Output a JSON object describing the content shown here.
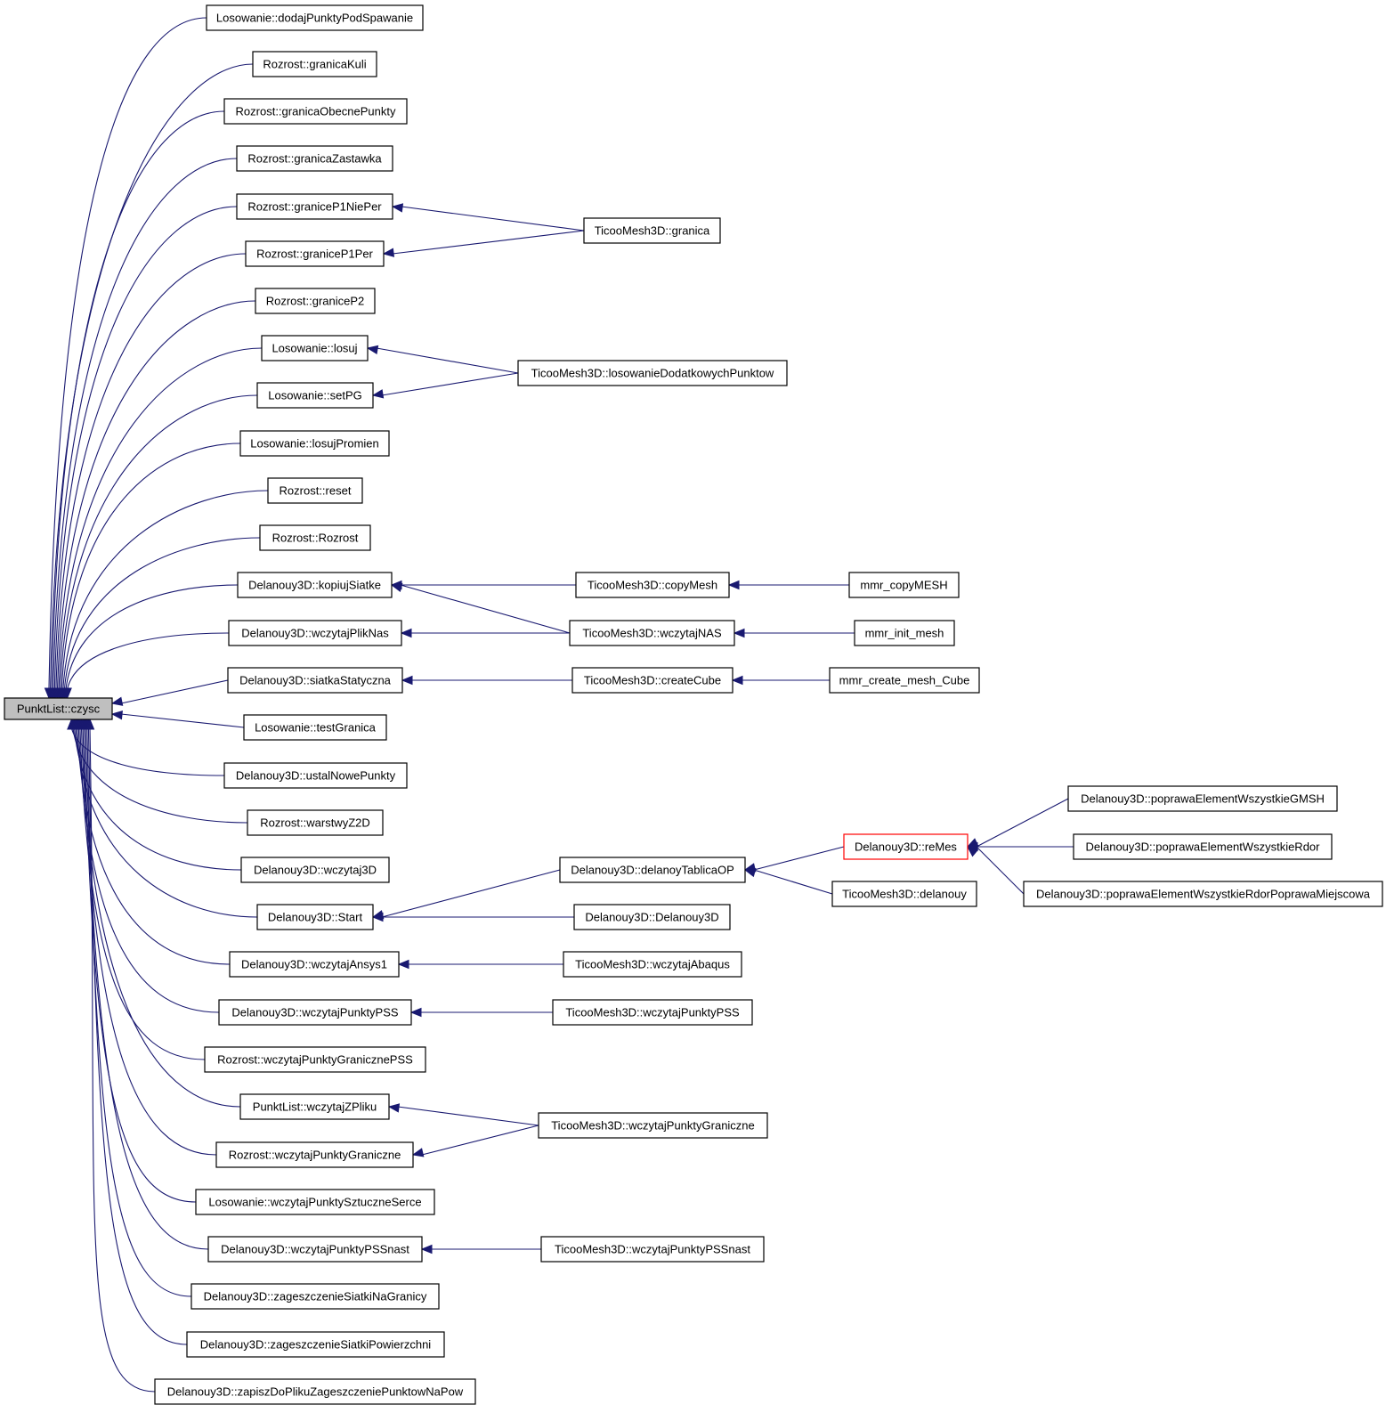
{
  "colors": {
    "edge": "#191970",
    "root_fill": "#bfbfbf",
    "node_border": "#000000",
    "truncated_border": "#ff0000"
  },
  "root": {
    "id": "root",
    "label": "PunktList::czysc"
  },
  "level1": [
    {
      "id": "n1",
      "label": "Losowanie::dodajPunktyPodSpawanie"
    },
    {
      "id": "n2",
      "label": "Rozrost::granicaKuli"
    },
    {
      "id": "n3",
      "label": "Rozrost::granicaObecnePunkty"
    },
    {
      "id": "n4",
      "label": "Rozrost::granicaZastawka"
    },
    {
      "id": "n5",
      "label": "Rozrost::graniceP1NiePer"
    },
    {
      "id": "n6",
      "label": "Rozrost::graniceP1Per"
    },
    {
      "id": "n7",
      "label": "Rozrost::graniceP2"
    },
    {
      "id": "n8",
      "label": "Losowanie::losuj"
    },
    {
      "id": "n9",
      "label": "Losowanie::setPG"
    },
    {
      "id": "n10",
      "label": "Losowanie::losujPromien"
    },
    {
      "id": "n11",
      "label": "Rozrost::reset"
    },
    {
      "id": "n12",
      "label": "Rozrost::Rozrost"
    },
    {
      "id": "n13",
      "label": "Delanouy3D::kopiujSiatke"
    },
    {
      "id": "n14",
      "label": "Delanouy3D::wczytajPlikNas"
    },
    {
      "id": "n15",
      "label": "Delanouy3D::siatkaStatyczna"
    },
    {
      "id": "n16",
      "label": "Losowanie::testGranica"
    },
    {
      "id": "n17",
      "label": "Delanouy3D::ustalNowePunkty"
    },
    {
      "id": "n18",
      "label": "Rozrost::warstwyZ2D"
    },
    {
      "id": "n19",
      "label": "Delanouy3D::wczytaj3D"
    },
    {
      "id": "n20",
      "label": "Delanouy3D::Start"
    },
    {
      "id": "n21",
      "label": "Delanouy3D::wczytajAnsys1"
    },
    {
      "id": "n22",
      "label": "Delanouy3D::wczytajPunktyPSS"
    },
    {
      "id": "n23",
      "label": "Rozrost::wczytajPunktyGranicznePSS"
    },
    {
      "id": "n24",
      "label": "PunktList::wczytajZPliku"
    },
    {
      "id": "n25",
      "label": "Rozrost::wczytajPunktyGraniczne"
    },
    {
      "id": "n26",
      "label": "Losowanie::wczytajPunktySztuczneSerce"
    },
    {
      "id": "n27",
      "label": "Delanouy3D::wczytajPunktyPSSnast"
    },
    {
      "id": "n28",
      "label": "Delanouy3D::zageszczenieSiatkiNaGranicy"
    },
    {
      "id": "n29",
      "label": "Delanouy3D::zageszczenieSiatkiPowierzchni"
    },
    {
      "id": "n30",
      "label": "Delanouy3D::zapiszDoPlikuZageszczeniePunktowNaPow"
    }
  ],
  "level2": [
    {
      "id": "m1",
      "label": "TicooMesh3D::granica",
      "calls": [
        "n5",
        "n6"
      ]
    },
    {
      "id": "m2",
      "label": "TicooMesh3D::losowanieDodatkowychPunktow",
      "calls": [
        "n8",
        "n9"
      ]
    },
    {
      "id": "m3",
      "label": "TicooMesh3D::copyMesh",
      "calls": [
        "n13"
      ]
    },
    {
      "id": "m4",
      "label": "TicooMesh3D::wczytajNAS",
      "calls": [
        "n13",
        "n14"
      ]
    },
    {
      "id": "m5",
      "label": "TicooMesh3D::createCube",
      "calls": [
        "n15"
      ]
    },
    {
      "id": "m6",
      "label": "Delanouy3D::delanoyTablicaOP",
      "calls": [
        "n20"
      ]
    },
    {
      "id": "m7",
      "label": "Delanouy3D::Delanouy3D",
      "calls": [
        "n20"
      ]
    },
    {
      "id": "m8",
      "label": "TicooMesh3D::wczytajAbaqus",
      "calls": [
        "n21"
      ]
    },
    {
      "id": "m9",
      "label": "TicooMesh3D::wczytajPunktyPSS",
      "calls": [
        "n22"
      ]
    },
    {
      "id": "m10",
      "label": "TicooMesh3D::wczytajPunktyGraniczne",
      "calls": [
        "n24",
        "n25"
      ]
    },
    {
      "id": "m11",
      "label": "TicooMesh3D::wczytajPunktyPSSnast",
      "calls": [
        "n27"
      ]
    }
  ],
  "level3": [
    {
      "id": "p1",
      "label": "mmr_copyMESH",
      "calls": [
        "m3"
      ]
    },
    {
      "id": "p2",
      "label": "mmr_init_mesh",
      "calls": [
        "m4"
      ]
    },
    {
      "id": "p3",
      "label": "mmr_create_mesh_Cube",
      "calls": [
        "m5"
      ]
    },
    {
      "id": "p4",
      "label": "Delanouy3D::reMes",
      "calls": [
        "m6"
      ],
      "truncated": true
    },
    {
      "id": "p5",
      "label": "TicooMesh3D::delanouy",
      "calls": [
        "m6"
      ]
    }
  ],
  "level4": [
    {
      "id": "q1",
      "label": "Delanouy3D::poprawaElementWszystkieGMSH",
      "calls": [
        "p4"
      ]
    },
    {
      "id": "q2",
      "label": "Delanouy3D::poprawaElementWszystkieRdor",
      "calls": [
        "p4"
      ]
    },
    {
      "id": "q3",
      "label": "Delanouy3D::poprawaElementWszystkieRdorPoprawaMiejscowa",
      "calls": [
        "p4"
      ]
    }
  ]
}
